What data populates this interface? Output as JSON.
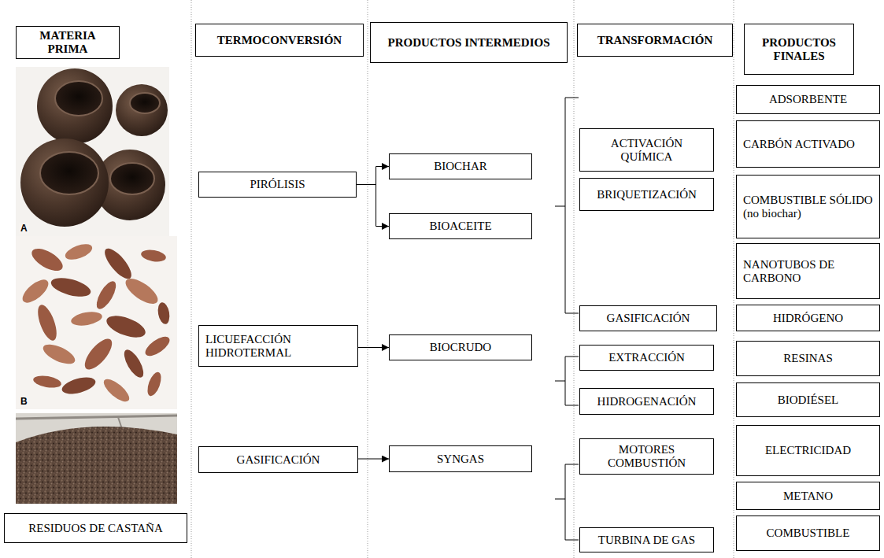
{
  "diagram": {
    "nodes": [
      {
        "text": [
          "MATERIA PRIMA"
        ]
      },
      {
        "text": [
          "TERMOCONVERSIÓN"
        ]
      },
      {
        "text": [
          "PRODUCTOS INTERMEDIOS"
        ]
      },
      {
        "text": [
          "TRANSFORMACIÓN"
        ]
      },
      {
        "text": [
          "PRODUCTOS FINALES"
        ]
      },
      {
        "text": [
          "RESIDUOS DE CASTAÑA"
        ]
      },
      {
        "text": [
          "PIRÓLISIS"
        ]
      },
      {
        "text": [
          "LICUEFACCIÓN HIDROTERMAL"
        ]
      },
      {
        "text": [
          "GASIFICACIÓN"
        ]
      },
      {
        "text": [
          "BIOCHAR"
        ]
      },
      {
        "text": [
          "BIOACEITE"
        ]
      },
      {
        "text": [
          "BIOCRUDO"
        ]
      },
      {
        "text": [
          "SYNGAS"
        ]
      },
      {
        "text": [
          "ACTIVACIÓN QUÍMICA"
        ]
      },
      {
        "text": [
          "BRIQUETIZACIÓN"
        ]
      },
      {
        "text": [
          "GASIFICACIÓN"
        ]
      },
      {
        "text": [
          "EXTRACCIÓN"
        ]
      },
      {
        "text": [
          "HIDROGENACIÓN"
        ]
      },
      {
        "text": [
          "MOTORES COMBUSTIÓN"
        ]
      },
      {
        "text": [
          "TURBINA DE GAS"
        ]
      },
      {
        "text": [
          "ADSORBENTE"
        ]
      },
      {
        "text": [
          "CARBÓN ACTIVADO"
        ]
      },
      {
        "text": [
          "COMBUSTIBLE SÓLIDO (no biochar)"
        ]
      },
      {
        "text": [
          "NANOTUBOS DE CARBONO"
        ]
      },
      {
        "text": [
          "HIDRÓGENO"
        ]
      },
      {
        "text": [
          "RESINAS"
        ]
      },
      {
        "text": [
          "BIODIÉSEL"
        ]
      },
      {
        "text": [
          "ELECTRICIDAD"
        ]
      },
      {
        "text": [
          "METANO"
        ]
      },
      {
        "text": [
          "COMBUSTIBLE"
        ]
      }
    ],
    "edges": [
      {
        "from": 6,
        "to": 9,
        "arrow": "to"
      },
      {
        "from": 6,
        "to": 10,
        "arrow": "to"
      },
      {
        "from": 7,
        "to": 11,
        "arrow": "to"
      },
      {
        "from": 8,
        "to": 12,
        "arrow": "to"
      }
    ],
    "labels": [
      "A",
      "B"
    ]
  }
}
